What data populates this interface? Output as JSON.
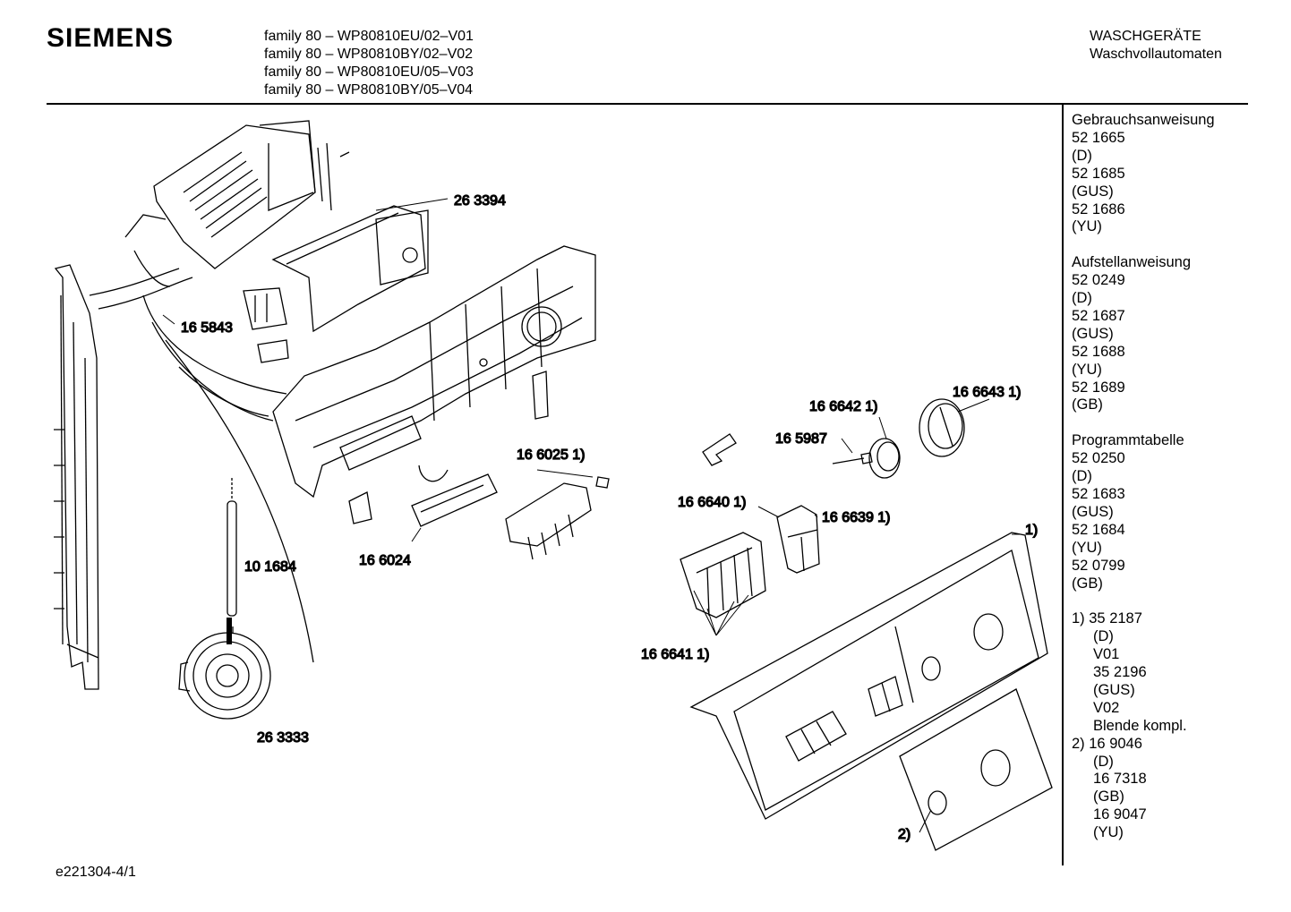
{
  "header": {
    "brand": "SIEMENS",
    "models": [
      "family 80 – WP80810EU/02–V01",
      "family 80 – WP80810BY/02–V02",
      "family 80 – WP80810EU/05–V03",
      "family 80 – WP80810BY/05–V04"
    ],
    "category": "WASCHGERÄTE",
    "subcategory": "Waschvollautomaten"
  },
  "sidebar": {
    "gebrauch_title": "Gebrauchsanweisung",
    "gebrauch": [
      "52 1665",
      "(D)",
      "52 1685",
      "(GUS)",
      "52 1686",
      "(YU)"
    ],
    "aufstell_title": "Aufstellanweisung",
    "aufstell": [
      "52 0249",
      "(D)",
      "52 1687",
      "(GUS)",
      "52 1688",
      "(YU)",
      "52 1689",
      "(GB)"
    ],
    "programm_title": "Programmtabelle",
    "programm": [
      "52 0250",
      "(D)",
      "52 1683",
      "(GUS)",
      "52 1684",
      "(YU)",
      "52 0799",
      "(GB)"
    ],
    "notes": [
      {
        "text": "1) 35 2187",
        "indent": false
      },
      {
        "text": "(D)",
        "indent": true
      },
      {
        "text": "V01",
        "indent": true
      },
      {
        "text": "35 2196",
        "indent": true
      },
      {
        "text": "(GUS)",
        "indent": true
      },
      {
        "text": "V02",
        "indent": true
      },
      {
        "text": "Blende kompl.",
        "indent": true
      },
      {
        "text": "2)  16 9046",
        "indent": false
      },
      {
        "text": "(D)",
        "indent": true
      },
      {
        "text": "16 7318",
        "indent": true
      },
      {
        "text": "(GB)",
        "indent": true
      },
      {
        "text": "16 9047",
        "indent": true
      },
      {
        "text": "(YU)",
        "indent": true
      }
    ]
  },
  "parts": {
    "p263394": "26 3394",
    "p165843": "16 5843",
    "p166643": "16 6643 1)",
    "p166642": "16 6642 1)",
    "p165987": "16 5987",
    "p166025": "16 6025 1)",
    "p166640": "16 6640 1)",
    "p166639": "16 6639 1)",
    "p101684": "10 1684",
    "p166024": "16 6024",
    "p166641": "16 6641 1)",
    "p263333": "26 3333",
    "ref1": "1)",
    "ref2": "2)"
  },
  "footer": {
    "code": "e221304-4/1"
  }
}
